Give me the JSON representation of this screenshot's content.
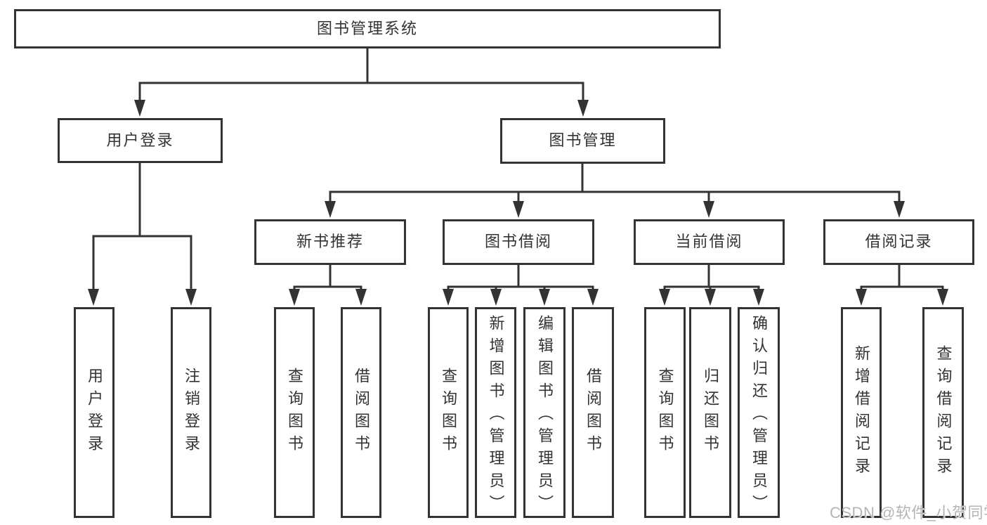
{
  "colors": {
    "line": "#333333",
    "border": "#333333",
    "text": "#333333",
    "watermark_text": "#b5b5b5"
  },
  "watermark": {
    "label": "CSDN @软件_小贺同学"
  },
  "tree": {
    "root": {
      "label": "图书管理系统"
    },
    "branches": [
      {
        "label": "用户登录",
        "leaves": [
          {
            "label": "用户登录"
          },
          {
            "label": "注销登录"
          }
        ]
      },
      {
        "label": "图书管理",
        "sections": [
          {
            "label": "新书推荐",
            "leaves": [
              {
                "label": "查询图书"
              },
              {
                "label": "借阅图书"
              }
            ]
          },
          {
            "label": "图书借阅",
            "leaves": [
              {
                "label": "查询图书"
              },
              {
                "label": "新增图书（管理员）"
              },
              {
                "label": "编辑图书（管理员）"
              },
              {
                "label": "借阅图书"
              }
            ]
          },
          {
            "label": "当前借阅",
            "leaves": [
              {
                "label": "查询图书"
              },
              {
                "label": "归还图书"
              },
              {
                "label": "确认归还（管理员）"
              }
            ]
          },
          {
            "label": "借阅记录",
            "leaves": [
              {
                "label": "新增借阅记录"
              },
              {
                "label": "查询借阅记录"
              }
            ]
          }
        ]
      }
    ]
  }
}
